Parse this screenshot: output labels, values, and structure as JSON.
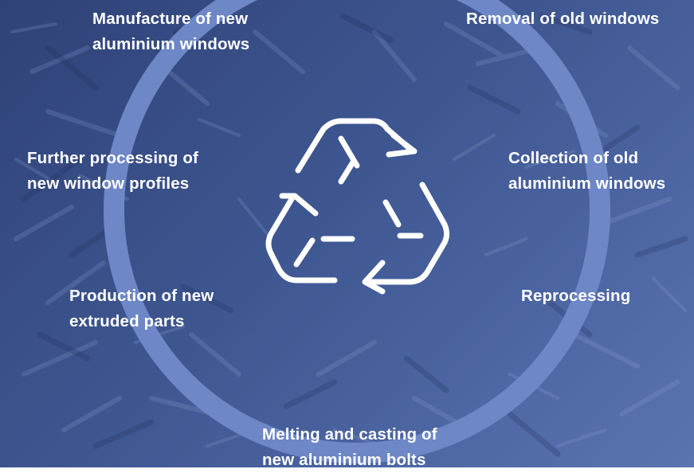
{
  "colors": {
    "ring": "#6d87c7",
    "icon": "#ffffff",
    "label_text": "#ffffff",
    "background_dark": "#2f4277",
    "background_light": "#5a74b2"
  },
  "icon": "recycle-icon",
  "steps": [
    {
      "lines": [
        "Removal of old windows"
      ]
    },
    {
      "lines": [
        "Collection of old",
        "aluminium windows"
      ]
    },
    {
      "lines": [
        "Reprocessing"
      ]
    },
    {
      "lines": [
        "Melting and casting of",
        "new aluminium bolts"
      ]
    },
    {
      "lines": [
        "Production of new",
        "extruded parts"
      ]
    },
    {
      "lines": [
        "Further processing of",
        "new window profiles"
      ]
    },
    {
      "lines": [
        "Manufacture of new",
        "aluminium windows"
      ]
    }
  ]
}
